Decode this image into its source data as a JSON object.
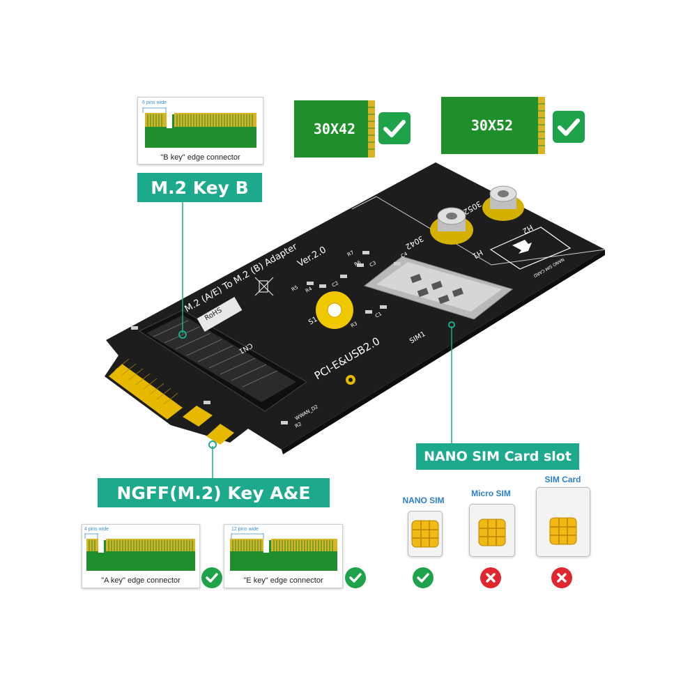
{
  "b_key_thumb": {
    "pins": "6 pins wide",
    "caption": "\"B key\"  edge connector"
  },
  "a_key_thumb": {
    "pins": "4 pins wide",
    "caption": "\"A key\"  edge connector"
  },
  "e_key_thumb": {
    "pins": "12 pins wide",
    "caption": "\"E key\"  edge connector"
  },
  "labels": {
    "m2_key_b": "M.2 Key B",
    "ngff": "NGFF(M.2) Key A&E",
    "nano_sim_slot": "NANO SIM Card slot"
  },
  "card_sizes": [
    {
      "label": "30X42",
      "supported": true
    },
    {
      "label": "30X52",
      "supported": true
    }
  ],
  "board": {
    "title_line1": "M.2 (A/E) To M.2 (B) Adapter",
    "title_line2": "Ver.2.0",
    "interface": "PCI-E&USB2.0",
    "rohs": "RoHS",
    "cn1": "CN1",
    "s1": "S1",
    "sim1": "SIM1",
    "h1": "H1",
    "h2": "H2",
    "size_3042": "3042",
    "size_3052": "3052",
    "nano_sim_card": "NANO SIM CARD",
    "wwan": "WWAN_D2",
    "r2": "R2",
    "parts": [
      "R7",
      "R6",
      "C3",
      "C4",
      "R5",
      "R4",
      "C2",
      "R3",
      "C1"
    ]
  },
  "sim_types": [
    {
      "title": "NANO SIM",
      "supported": true
    },
    {
      "title": "Micro SIM",
      "supported": false
    },
    {
      "title": "SIM Card",
      "supported": false
    }
  ],
  "colors": {
    "teal": "#1daa8c",
    "pcb": "#1d1d1d",
    "gold": "#e6b800",
    "ok": "#1ea34a",
    "no": "#e0262f",
    "sim_blue": "#2a7fce"
  }
}
